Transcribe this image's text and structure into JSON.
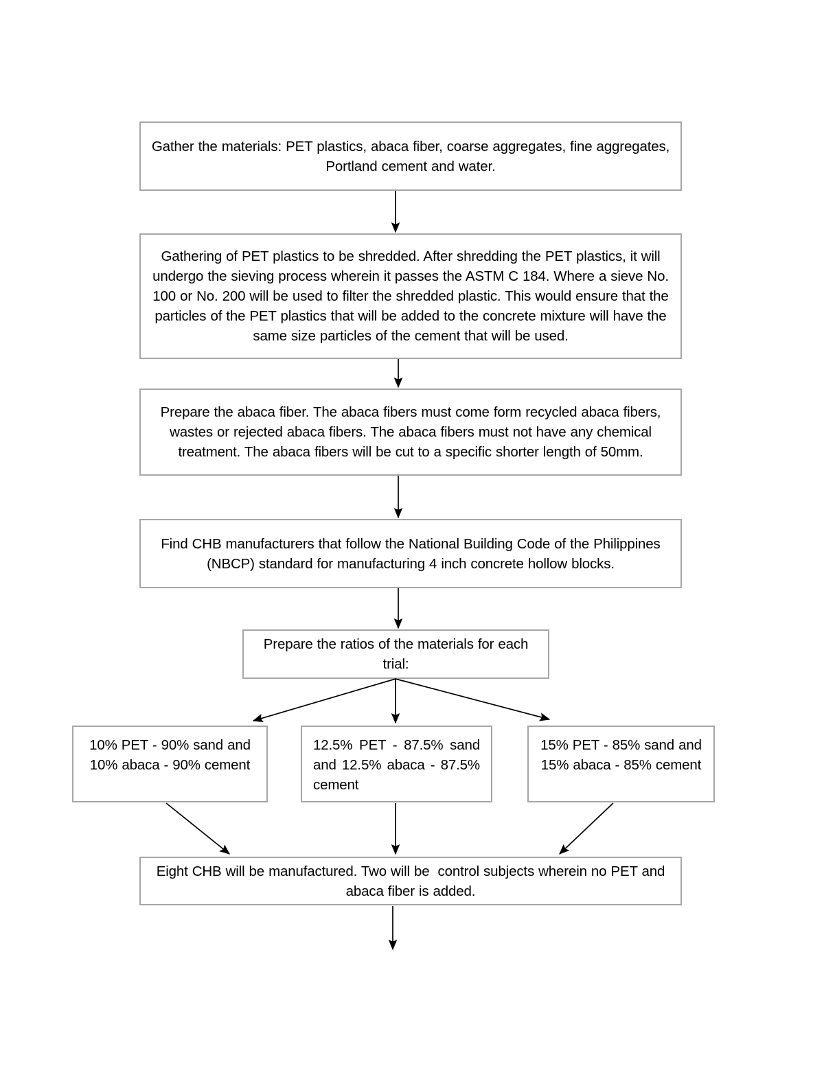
{
  "document": {
    "title": "Research Methodology Flowchart",
    "background_color": "#ffffff",
    "box_border_color": "#a6a6a6",
    "arrow_color": "#000000"
  },
  "flowchart": {
    "nodes": [
      {
        "id": "gather",
        "label": "Gather the materials: PET plastics, abaca fiber, coarse aggregates, fine aggregates, Portland cement and water."
      },
      {
        "id": "shred",
        "label": "Gathering of PET plastics to be shredded. After shredding the PET plastics, it will undergo the sieving process wherein it passes the ASTM C 184. Where a sieve No. 100 or No. 200 will be used to filter the shredded plastic. This would ensure that the particles of the PET plastics that will be added to the concrete mixture will have the same size particles of the cement that will be used."
      },
      {
        "id": "abaca",
        "label": "Prepare the abaca fiber. The abaca fibers must come form recycled abaca fibers, wastes or rejected abaca fibers. The abaca fibers must not have any chemical treatment. The abaca fibers will be cut to a specific shorter length of 50mm."
      },
      {
        "id": "chb",
        "label": "Find CHB manufacturers that follow the National Building Code of the Philippines (NBCP) standard for manufacturing 4 inch concrete hollow blocks."
      },
      {
        "id": "ratios",
        "label": "Prepare the ratios of the materials for each trial:"
      },
      {
        "id": "trial-1",
        "label": "10% PET - 90% sand and 10% abaca - 90% cement"
      },
      {
        "id": "trial-2",
        "label": "12.5% PET - 87.5% sand and 12.5% abaca - 87.5% cement"
      },
      {
        "id": "trial-3",
        "label": "15% PET - 85% sand and 15% abaca - 85% cement"
      },
      {
        "id": "final",
        "label": "Eight CHB will be manufactured. Two will be  control subjects wherein no PET and abaca fiber is added."
      }
    ],
    "edges": [
      {
        "from": "gather",
        "to": "shred",
        "style": "straight-down"
      },
      {
        "from": "shred",
        "to": "abaca",
        "style": "straight-down"
      },
      {
        "from": "abaca",
        "to": "chb",
        "style": "straight-down"
      },
      {
        "from": "chb",
        "to": "ratios",
        "style": "straight-down"
      },
      {
        "from": "ratios",
        "to": "trial-1",
        "style": "diagonal-left"
      },
      {
        "from": "ratios",
        "to": "trial-2",
        "style": "straight-down"
      },
      {
        "from": "ratios",
        "to": "trial-3",
        "style": "diagonal-right"
      },
      {
        "from": "trial-1",
        "to": "final",
        "style": "diagonal-right"
      },
      {
        "from": "trial-2",
        "to": "final",
        "style": "straight-down"
      },
      {
        "from": "trial-3",
        "to": "final",
        "style": "diagonal-left"
      },
      {
        "from": "final",
        "to": "continues-below",
        "style": "straight-down"
      }
    ]
  }
}
